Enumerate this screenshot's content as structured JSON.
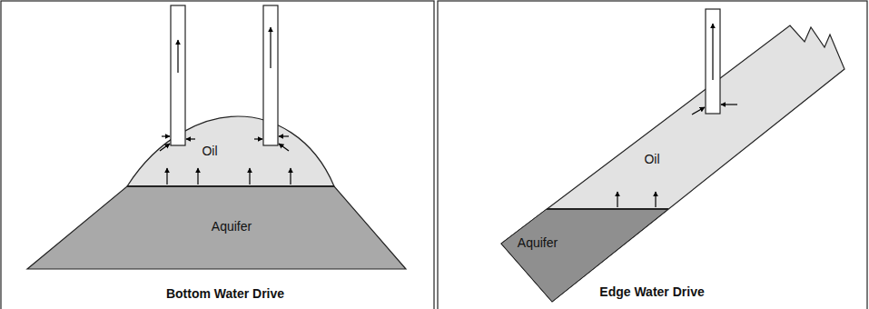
{
  "diagram": {
    "labels": [
      "Oil",
      "Aquifer",
      "Bottom Water Drive",
      "Oil",
      "Aquifer",
      "Edge Water Drive"
    ]
  }
}
